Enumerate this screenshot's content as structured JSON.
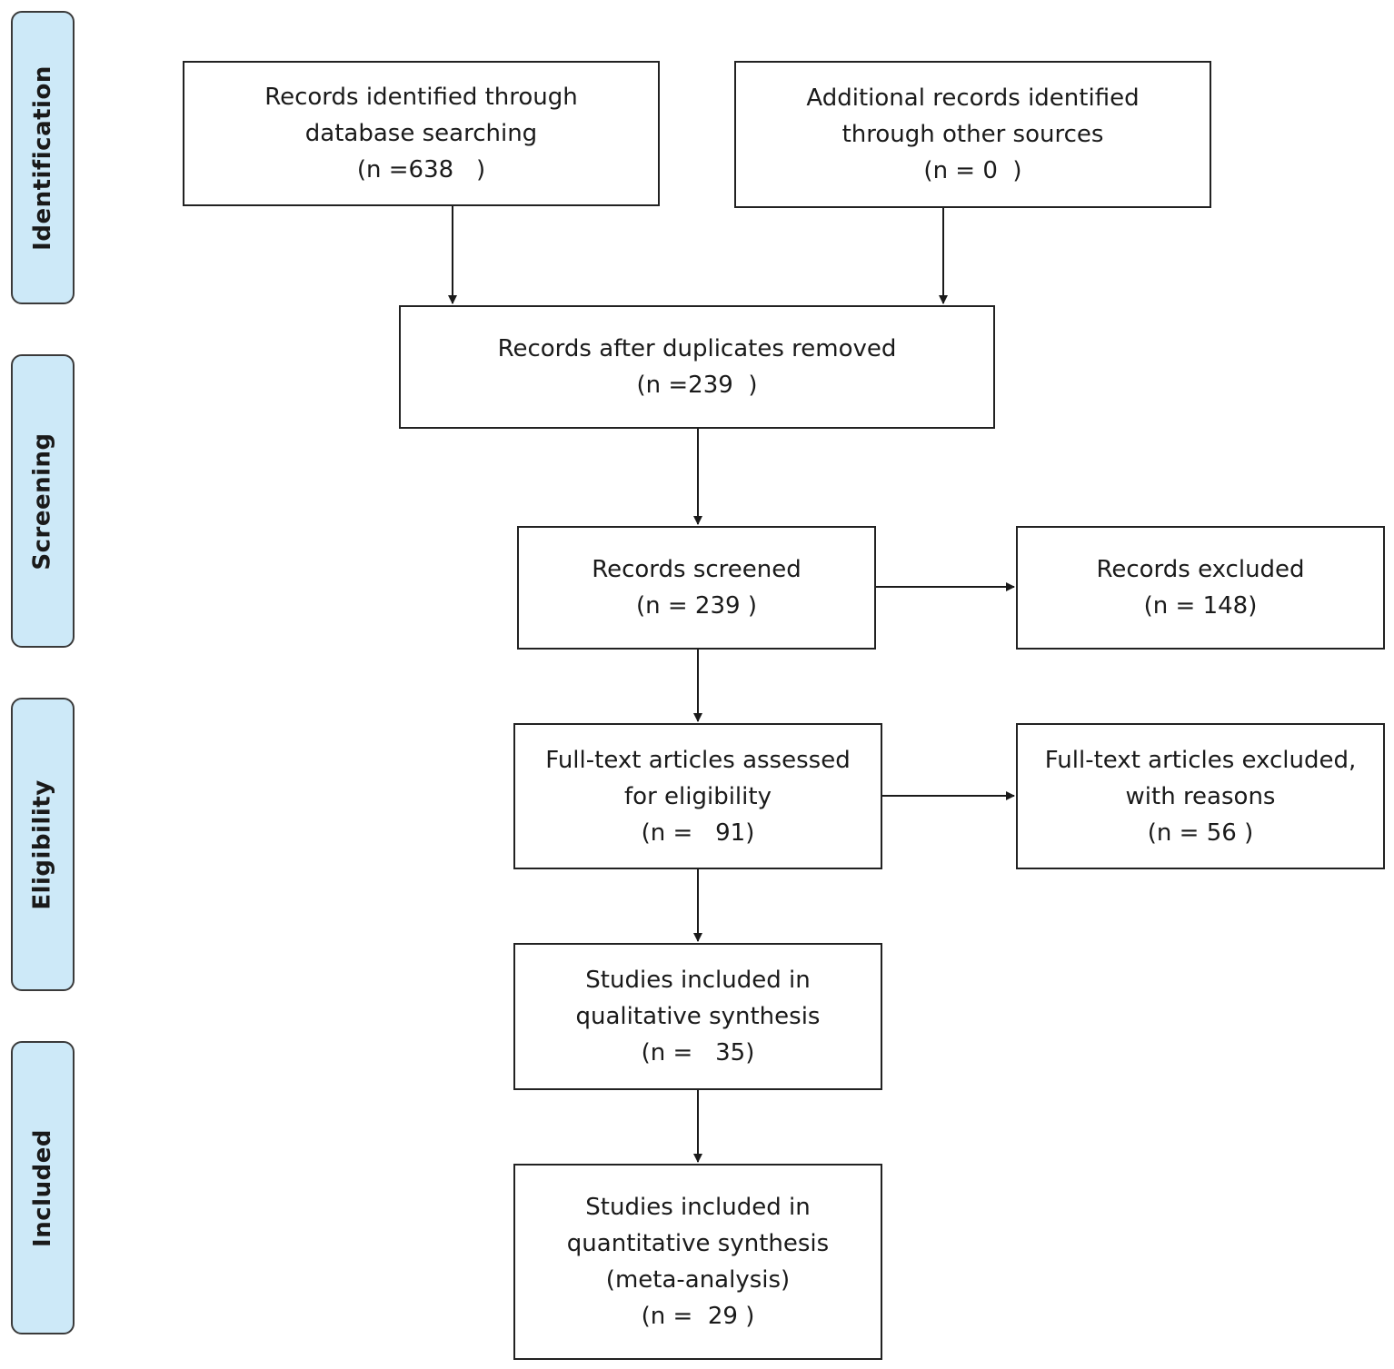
{
  "colors": {
    "stage_fill": "#cde9f8",
    "stage_border": "#3a3a3a",
    "box_border": "#222222",
    "arrow": "#1a1a1a"
  },
  "stages": {
    "identification": "Identification",
    "screening": "Screening",
    "eligibility": "Eligibility",
    "included": "Included"
  },
  "boxes": {
    "database": {
      "line1": "Records identified through",
      "line2": "database searching",
      "line3": "(n =638   )"
    },
    "other": {
      "line1": "Additional records identified",
      "line2": "through other sources",
      "line3": "(n = 0  )"
    },
    "duplicates": {
      "line1": "Records after duplicates removed",
      "line2": "(n =239  )"
    },
    "screened": {
      "line1": "Records screened",
      "line2": "(n = 239 )"
    },
    "excluded": {
      "line1": "Records excluded",
      "line2": "(n = 148)"
    },
    "fulltext": {
      "line1": "Full-text articles assessed",
      "line2": "for eligibility",
      "line3": "(n =   91)"
    },
    "fulltext_excluded": {
      "line1": "Full-text articles excluded,",
      "line2": "with reasons",
      "line3": "(n = 56 )"
    },
    "qualitative": {
      "line1": "Studies included in",
      "line2": "qualitative synthesis",
      "line3": "(n =   35)"
    },
    "quantitative": {
      "line1": "Studies included in",
      "line2": "quantitative synthesis",
      "line3": "(meta-analysis)",
      "line4": "(n =  29 )"
    }
  }
}
